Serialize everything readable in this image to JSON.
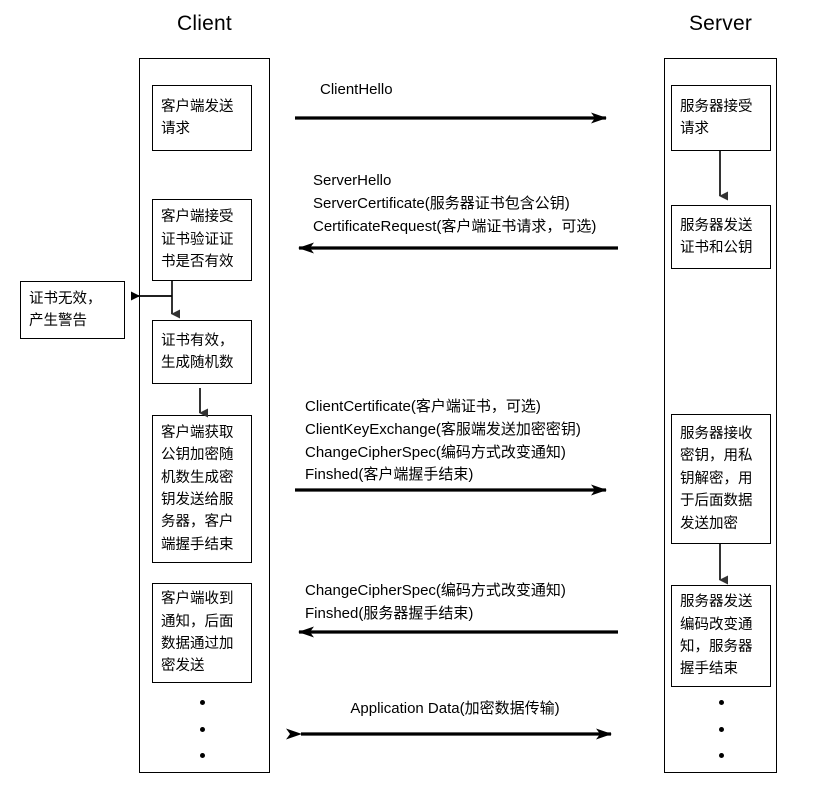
{
  "diagram": {
    "title_client": "Client",
    "title_server": "Server"
  },
  "client": {
    "boxes": [
      {
        "id": "client-send-request",
        "text": "客户端发送\n请求"
      },
      {
        "id": "client-verify-cert",
        "text": "客户端接受\n证书验证证\n书是否有效"
      },
      {
        "id": "cert-valid-random",
        "text": "证书有效，\n生成随机数"
      },
      {
        "id": "client-key-encrypt",
        "text": "客户端获取\n公钥加密随\n机数生成密\n钥发送给服\n务器，客户\n端握手结束"
      },
      {
        "id": "client-received-notice",
        "text": "客户端收到\n通知，后面\n数据通过加\n密发送"
      }
    ],
    "side_box": {
      "id": "cert-invalid-warning",
      "text": "证书无效，\n产生警告"
    }
  },
  "server": {
    "boxes": [
      {
        "id": "server-accept-request",
        "text": "服务器接受\n请求"
      },
      {
        "id": "server-send-cert",
        "text": "服务器发送\n证书和公钥"
      },
      {
        "id": "server-receive-key",
        "text": "服务器接收\n密钥，用私\n钥解密，用\n于后面数据\n发送加密"
      },
      {
        "id": "server-send-changecipher",
        "text": "服务器发送\n编码改变通\n知，服务器\n握手结束"
      }
    ]
  },
  "messages": [
    {
      "id": "client-hello",
      "text": "ClientHello",
      "direction": "right"
    },
    {
      "id": "server-hello-group",
      "text": "ServerHello\nServerCertificate(服务器证书包含公钥)\nCertificateRequest(客户端证书请求，可选)",
      "direction": "left"
    },
    {
      "id": "client-key-exchange-group",
      "text": "ClientCertificate(客户端证书，可选)\nClientKeyExchange(客服端发送加密密钥)\nChangeCipherSpec(编码方式改变通知)\nFinshed(客户端握手结束)",
      "direction": "right"
    },
    {
      "id": "server-changecipher-group",
      "text": "ChangeCipherSpec(编码方式改变通知)\nFinshed(服务器握手结束)",
      "direction": "left"
    },
    {
      "id": "application-data",
      "text": "Application Data(加密数据传输)",
      "direction": "both"
    }
  ],
  "colors": {
    "stroke": "#000000",
    "background": "#ffffff",
    "text": "#000000"
  }
}
